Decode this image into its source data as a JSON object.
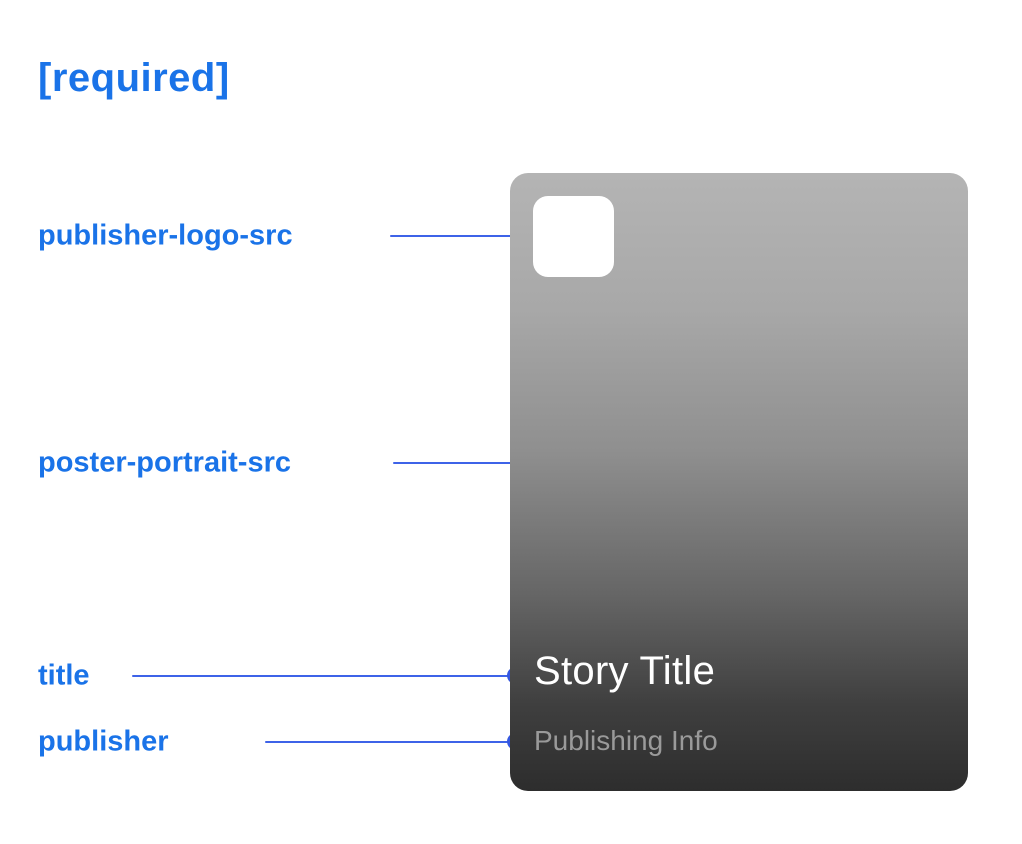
{
  "page": {
    "required_label": "[required]",
    "background": "#ffffff"
  },
  "colors": {
    "label_blue": "#1a73e8",
    "line_blue": "#3e63e8",
    "dot_blue": "#3557e0",
    "card_gradient_top": "#b4b4b4",
    "card_gradient_bottom": "#2d2d2d",
    "title_text": "#ffffff",
    "publisher_text": "#9a9a9a",
    "logo_placeholder": "#ffffff"
  },
  "annotations": [
    {
      "label": "publisher-logo-src",
      "target": "publisher logo square"
    },
    {
      "label": "poster-portrait-src",
      "target": "poster background image"
    },
    {
      "label": "title",
      "target": "story title text"
    },
    {
      "label": "publisher",
      "target": "publishing info text"
    }
  ],
  "card": {
    "title": "Story Title",
    "publisher_info": "Publishing Info",
    "logo_icon": "publisher-logo-placeholder"
  }
}
